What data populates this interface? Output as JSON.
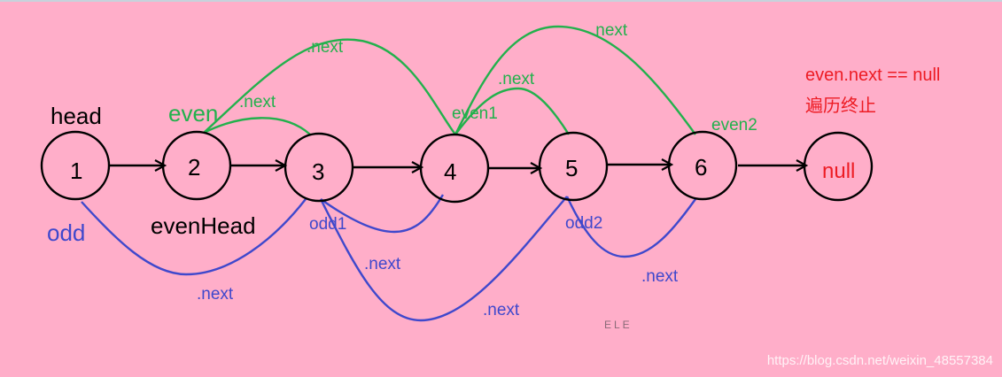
{
  "colors": {
    "background": "#ffaec9",
    "node_stroke": "#000000",
    "odd_curves": "#3f48cc",
    "even_curves": "#22b14c",
    "terminate_text": "#ed1c24",
    "watermark": "#ffffff"
  },
  "nodes": {
    "n1": "1",
    "n2": "2",
    "n3": "3",
    "n4": "4",
    "n5": "5",
    "n6": "6",
    "null": "null"
  },
  "labels": {
    "head": "head",
    "even": "even",
    "even_head": "evenHead",
    "odd": "odd",
    "odd1": "odd1",
    "odd2": "odd2",
    "even1": "even1",
    "even2": "even2",
    "next": ".next"
  },
  "termination": {
    "condition": "even.next == null",
    "note": "遍历终止"
  },
  "footer": {
    "center_mark": "ELE",
    "watermark": "https://blog.csdn.net/weixin_48557384"
  }
}
